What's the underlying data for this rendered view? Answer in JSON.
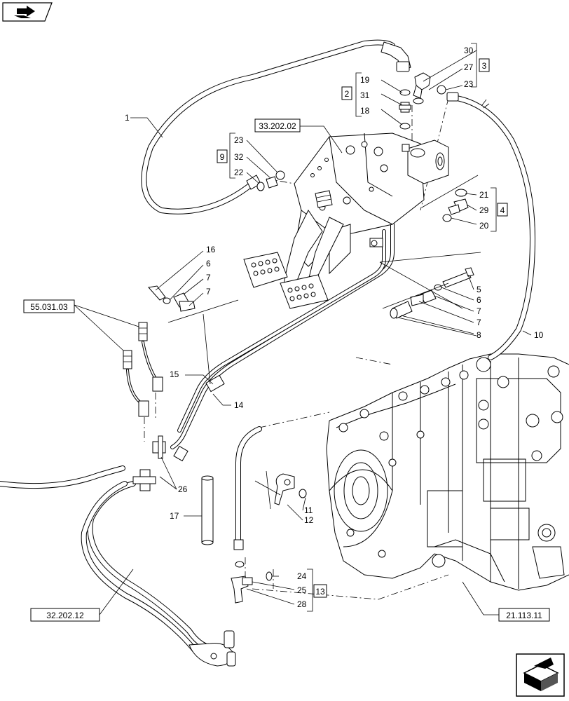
{
  "nav": {
    "prev_icon": "back-arrow-icon",
    "next_icon": "forward-arrow-icon"
  },
  "references": {
    "r1": "33.202.02",
    "r2": "55.031.03",
    "r3": "32.202.12",
    "r4": "21.113.11"
  },
  "groups": {
    "g2": "2",
    "g3": "3",
    "g4": "4",
    "g9": "9",
    "g13": "13"
  },
  "callouts": {
    "c1": "1",
    "c30": "30",
    "c27": "27",
    "c23a": "23",
    "c19": "19",
    "c31": "31",
    "c18": "18",
    "c23b": "23",
    "c32": "32",
    "c22": "22",
    "c21": "21",
    "c29": "29",
    "c20": "20",
    "c16": "16",
    "c6a": "6",
    "c7a": "7",
    "c7b": "7",
    "c5": "5",
    "c6b": "6",
    "c7c": "7",
    "c7d": "7",
    "c8": "8",
    "c10": "10",
    "c15": "15",
    "c14": "14",
    "c26": "26",
    "c17": "17",
    "c11": "11",
    "c12": "12",
    "c24": "24",
    "c25": "25",
    "c28": "28"
  }
}
